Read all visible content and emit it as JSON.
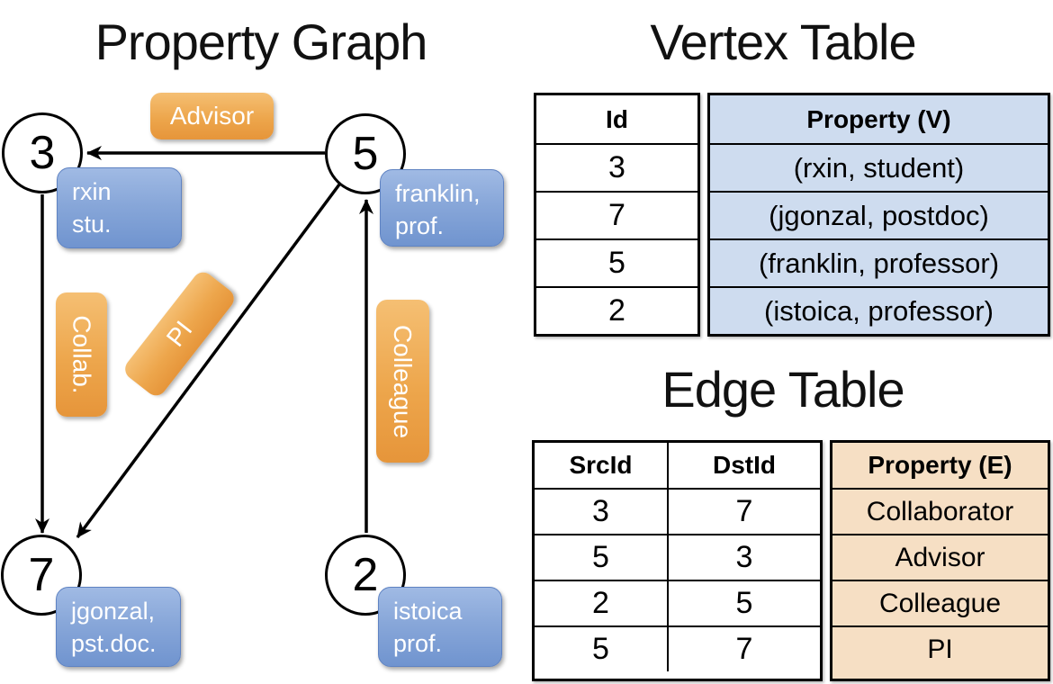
{
  "left": {
    "title": "Property Graph",
    "nodes": [
      {
        "id": "3"
      },
      {
        "id": "5"
      },
      {
        "id": "7"
      },
      {
        "id": "2"
      }
    ],
    "vertex_labels": [
      {
        "line1": "rxin",
        "line2": "stu."
      },
      {
        "line1": "franklin,",
        "line2": "prof."
      },
      {
        "line1": "jgonzal,",
        "line2": "pst.doc."
      },
      {
        "line1": "istoica",
        "line2": "prof."
      }
    ],
    "edge_labels": {
      "advisor": "Advisor",
      "collab": "Collab.",
      "pi": "PI",
      "colleague": "Colleague"
    }
  },
  "vertex_table": {
    "title": "Vertex Table",
    "id_header": "Id",
    "property_header": "Property (V)",
    "rows": [
      {
        "id": "3",
        "property": "(rxin, student)"
      },
      {
        "id": "7",
        "property": "(jgonzal, postdoc)"
      },
      {
        "id": "5",
        "property": "(franklin, professor)"
      },
      {
        "id": "2",
        "property": "(istoica, professor)"
      }
    ]
  },
  "edge_table": {
    "title": "Edge Table",
    "src_header": "SrcId",
    "dst_header": "DstId",
    "property_header": "Property (E)",
    "rows": [
      {
        "src": "3",
        "dst": "7",
        "property": "Collaborator"
      },
      {
        "src": "5",
        "dst": "3",
        "property": "Advisor"
      },
      {
        "src": "2",
        "dst": "5",
        "property": "Colleague"
      },
      {
        "src": "5",
        "dst": "7",
        "property": "PI"
      }
    ]
  },
  "colors": {
    "edge_label_orange": "#eda64c",
    "vertex_label_blue": "#7f9fd6",
    "vertex_table_fill": "#cedcef",
    "edge_table_fill": "#f6dfc4",
    "line_black": "#000000"
  }
}
